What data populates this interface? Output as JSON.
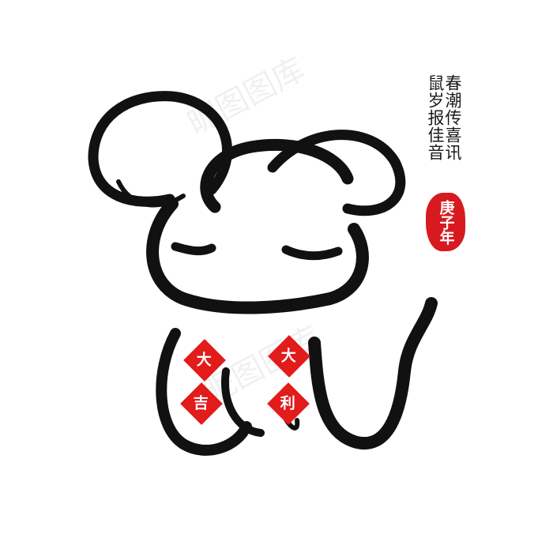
{
  "poem": {
    "line1": "春潮传喜讯",
    "line2": "鼠岁报佳音"
  },
  "seal": {
    "text": "庚子年",
    "color": "#d71920"
  },
  "blessings": {
    "tag1": "大",
    "tag2": "吉",
    "tag3": "大",
    "tag4": "利"
  },
  "watermark": "昵图图库",
  "colors": {
    "ink": "#111111",
    "red": "#e21b1b",
    "background": "#ffffff"
  }
}
